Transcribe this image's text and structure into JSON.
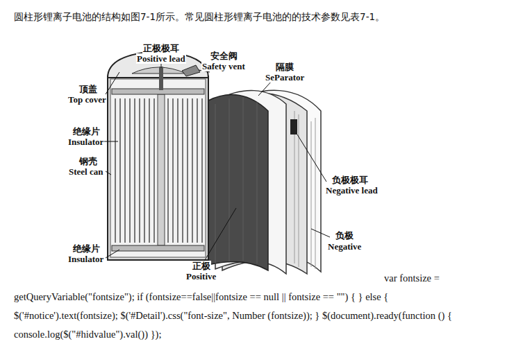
{
  "diagram": {
    "title": "圆柱形锂离子电池的结构如图7-1所示。常见圆柱形锂离子电池的的技术参数见表7-1。",
    "labels": [
      "正极极耳",
      "Positive lead",
      "安全阀",
      "Safety vent",
      "隔膜",
      "SeParator",
      "顶盖",
      "Top cover",
      "绝缘片",
      "Insulator",
      "钢壳",
      "Steel can",
      "负极极耳",
      "Negative lead",
      "绝缘片",
      "Insulator",
      "正极",
      "Positive",
      "负极",
      "Negative",
      "var fontsize = getQueryVariable(\"fontsize\"); if (fontsize==false||fontsize == null || fontsize == \"\") { } else { $('#notice').text(fontsize); $('#Detail').css(\"font-size\", Number (fontsize)); } $(document).ready(function () { console.log($(\"#hidvalue\").val()) });"
    ]
  }
}
